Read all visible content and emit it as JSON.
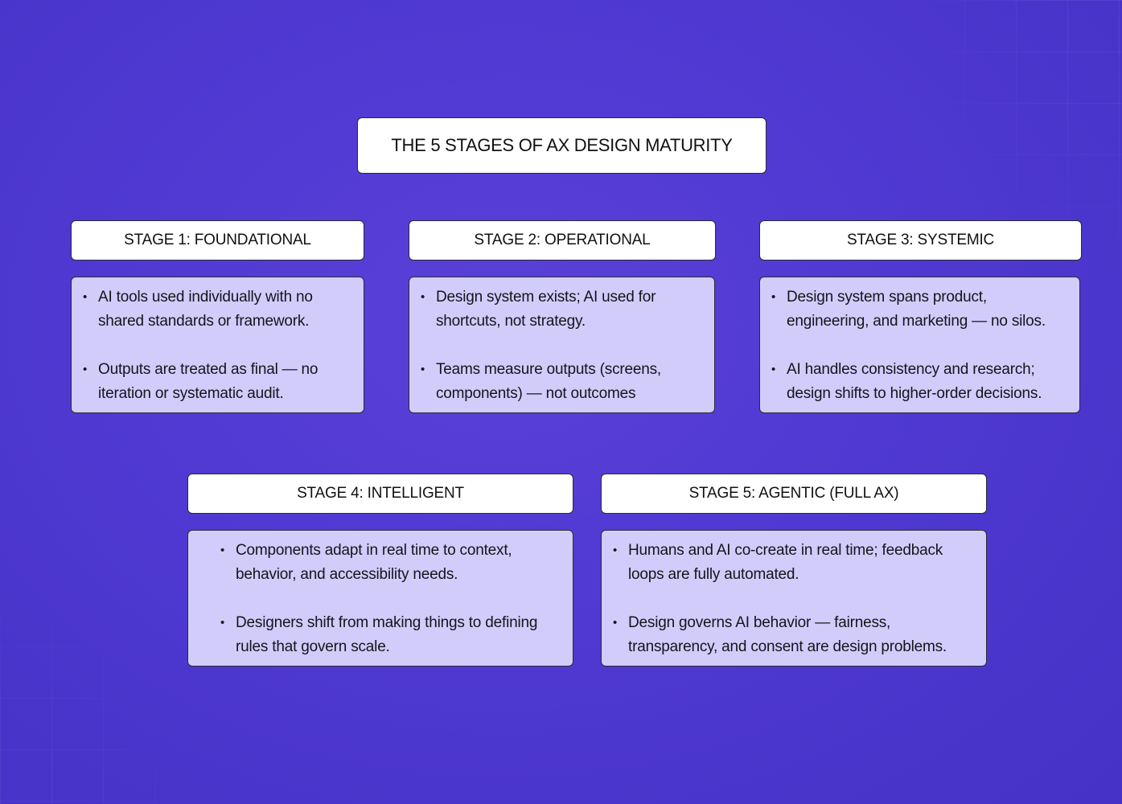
{
  "title": "THE 5 STAGES OF AX DESIGN MATURITY",
  "stages": [
    {
      "label": "STAGE 1: FOUNDATIONAL",
      "points": [
        "AI tools used individually with no shared standards or framework.",
        "Outputs are treated as final — no iteration or systematic audit."
      ]
    },
    {
      "label": "STAGE 2: OPERATIONAL",
      "points": [
        "Design system exists; AI used for shortcuts, not strategy.",
        "Teams measure outputs (screens, components) — not outcomes"
      ]
    },
    {
      "label": "STAGE 3: SYSTEMIC",
      "points": [
        "Design system spans product, engineering, and marketing — no silos.",
        "AI handles consistency and research; design shifts to higher-order decisions."
      ]
    },
    {
      "label": "STAGE 4: INTELLIGENT",
      "points": [
        "Components adapt in real time to context, behavior, and accessibility needs.",
        "Designers shift from making things to defining rules that govern scale."
      ]
    },
    {
      "label": "STAGE 5: AGENTIC (FULL AX)",
      "points": [
        "Humans and AI co-create in real time; feedback loops are fully automated.",
        "Design governs AI behavior — fairness, transparency, and consent are design problems."
      ]
    }
  ],
  "colors": {
    "background": "#4f39d2",
    "header_fill": "#ffffff",
    "body_fill": "#d2ccfb",
    "border": "#2b2a33",
    "text": "#111111"
  }
}
